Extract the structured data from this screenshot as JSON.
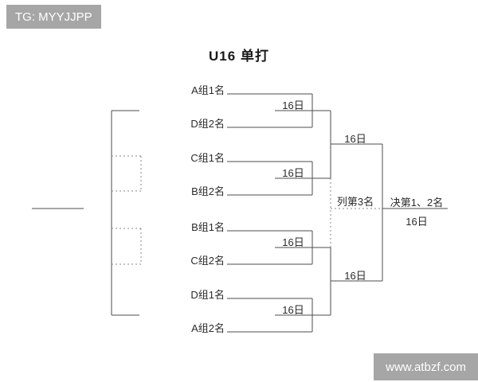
{
  "title": "U16 单打",
  "watermarks": {
    "top": "TG: MYYJJPP",
    "bottom": "www.atbzf.com"
  },
  "bracket": {
    "teams": [
      "A组1名",
      "D组2名",
      "C组1名",
      "B组2名",
      "B组1名",
      "C组2名",
      "D组1名",
      "A组2名"
    ],
    "round1_dates": [
      "16日",
      "16日",
      "16日",
      "16日"
    ],
    "semifinal_dates": [
      "16日",
      "16日"
    ],
    "third_place_label": "列第3名",
    "final_label": "决第1、2名",
    "final_date": "16日"
  },
  "colors": {
    "line": "#4d4d4d",
    "dotted_line": "#8a8a8a",
    "text": "#2b2b2b",
    "watermark_bg": "#a6a6a6",
    "watermark_text": "#ffffff",
    "background": "#ffffff"
  }
}
